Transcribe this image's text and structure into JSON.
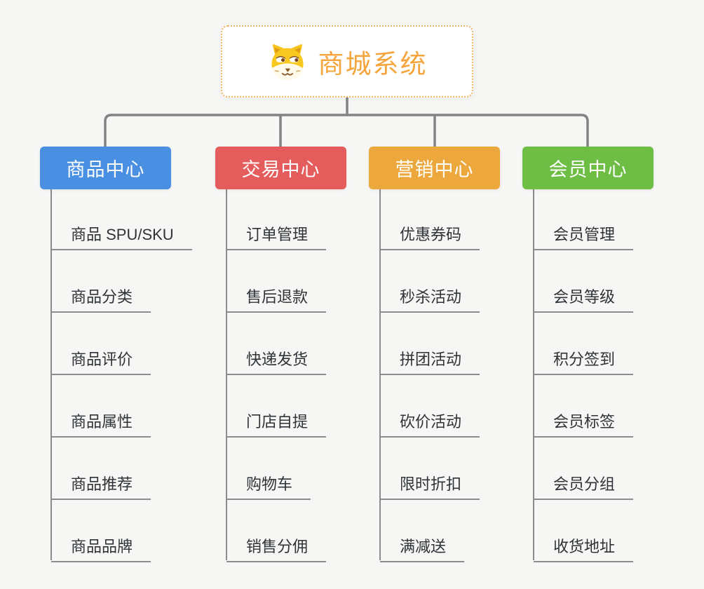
{
  "app": {
    "background": "#f6f6f5"
  },
  "root": {
    "label": "商城系统",
    "icon": "shiba-dog-icon",
    "text_color": "#f5a53b",
    "border_color": "#f2b766"
  },
  "connectors": {
    "color": "#838383",
    "rail_color": "#8c8c8c"
  },
  "leaf_style": {
    "text_color": "#2f3338",
    "underline_color": "#8c8c8c"
  },
  "branches": [
    {
      "label": "商品中心",
      "color": "#4a90e2",
      "children": [
        "商品 SPU/SKU",
        "商品分类",
        "商品评价",
        "商品属性",
        "商品推荐",
        "商品品牌"
      ]
    },
    {
      "label": "交易中心",
      "color": "#e55c5c",
      "children": [
        "订单管理",
        "售后退款",
        "快递发货",
        "门店自提",
        "购物车",
        "销售分佣"
      ]
    },
    {
      "label": "营销中心",
      "color": "#eca83c",
      "children": [
        "优惠券码",
        "秒杀活动",
        "拼团活动",
        "砍价活动",
        "限时折扣",
        "满减送"
      ]
    },
    {
      "label": "会员中心",
      "color": "#6ebe46",
      "children": [
        "会员管理",
        "会员等级",
        "积分签到",
        "会员标签",
        "会员分组",
        "收货地址"
      ]
    }
  ]
}
